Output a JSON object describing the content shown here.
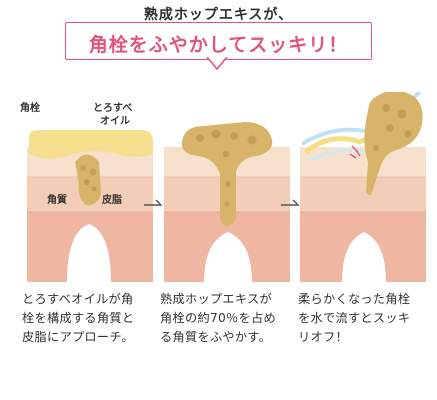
{
  "header": {
    "subtitle": "熟成ホップエキスが、",
    "title": "角栓をふやかしてスッキリ！",
    "accent_color": "#e2557a"
  },
  "panel1": {
    "label_plug": "角栓",
    "label_oil_line1": "とろすべ",
    "label_oil_line2": "オイル",
    "label_keratin": "角質",
    "label_sebum": "皮脂"
  },
  "steps": [
    {
      "text": "とろすべオイルが角栓を構成する角質と皮脂にアプローチ。"
    },
    {
      "text": "熟成ホップエキスが角栓の約70％を占める角質をふやかす。"
    },
    {
      "text": "柔らかくなった角栓を水で流すとスッキリオフ！"
    }
  ],
  "colors": {
    "skin_top": "#f6e2cc",
    "skin_mid": "#f3cdb8",
    "skin_deep": "#efb6a2",
    "oil": "#f4de8a",
    "plug": "#d8b46b"
  },
  "icons": [
    "chevron-right-icon",
    "water-splash-icon"
  ]
}
